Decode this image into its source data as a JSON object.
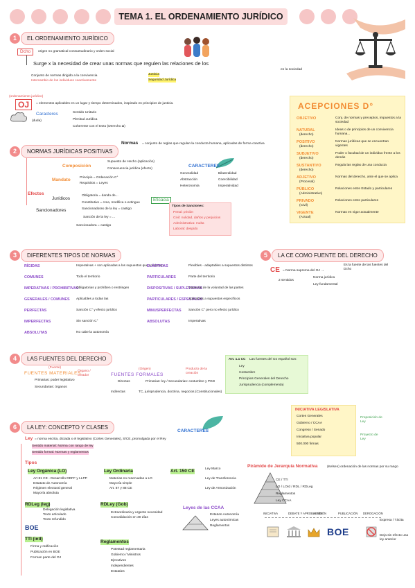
{
  "page": {
    "title": "TEMA 1. EL ORDENAMIENTO JURÍDICO"
  },
  "sections": {
    "s1": {
      "num": "1",
      "title": "EL ORDENAMIENTO JURÍDICO"
    },
    "s2": {
      "num": "2",
      "title": "NORMAS JURÍDICAS POSITIVAS"
    },
    "s3": {
      "num": "3",
      "title": "DIFERENTES TIPOS DE NORMAS"
    },
    "s4": {
      "num": "4",
      "title": "LAS FUENTES DEL DERECHO"
    },
    "s5": {
      "num": "5",
      "title": "LA CE COMO FUENTE DEL DERECHO"
    },
    "s6": {
      "num": "6",
      "title": "LA LEY: CONCEPTO Y CLASES"
    }
  },
  "s1": {
    "dcho": "Dcho",
    "origin": "origen no gramatical consuetudinario y orden social",
    "surge": "Surge x la necesidad de crear unas normas que regulen las relaciones de los",
    "sociedad": "en la sociedad",
    "conjunto": "Conjunto de normas dirigido a la convivencia",
    "intercambio": "Intercambio de los individuos coactivamente",
    "just1": "Justicia",
    "just2": "Seguridad Jurídica",
    "oj_note": "(ordenamiento jurídico)",
    "oj": "OJ",
    "oj_def": "= elementos aplicables en un lugar y tiempo determinados, inspirado en principios de justicia.",
    "caract": "Caracteres",
    "c1": "Sentido Unitario",
    "c2": "Plenitud Jurídica",
    "c3": "Coherente con el texto (Derecho Ω)",
    "cloud": "(duda)"
  },
  "acepciones": {
    "title": "ACEPCIONES D°",
    "items": [
      {
        "name": "OBJETIVO",
        "sub": "",
        "desc": "Conj. de normas y preceptos, impuestos a la sociedad"
      },
      {
        "name": "NATURAL",
        "sub": "(derecho)",
        "desc": "Ideas o de principios de un convivencia humana..."
      },
      {
        "name": "POSITIVO",
        "sub": "(derecho)",
        "desc": "Normas jurídicas que se encuentran vigentes"
      },
      {
        "name": "SUBJETIVO",
        "sub": "(derecho)",
        "desc": "Poder o facultad de un individuo frente a los demás"
      },
      {
        "name": "SUSTANTIVO",
        "sub": "(derecho)",
        "desc": "Regula las reglas de una conducta"
      },
      {
        "name": "ADJETIVO",
        "sub": "(Procesal)",
        "desc": "Normas del derecho, ante el que se aplica"
      },
      {
        "name": "PÚBLICO",
        "sub": "(Administrativo)",
        "desc": "Relaciones entre Estado y particulares"
      },
      {
        "name": "PRIVADO",
        "sub": "(Civil)",
        "desc": "Relaciones entre particulares"
      },
      {
        "name": "VIGENTE",
        "sub": "(Actual)",
        "desc": "Normas en vigor actualmente"
      }
    ]
  },
  "s2": {
    "normas": "Normas",
    "normas_def": "= conjunto de reglas que regulan la conducta humana, aplicadas de forma coactiva",
    "composicion": "Composición",
    "comp1": "Supuesto de Hecho (aplicación)",
    "comp2": "Consecuencia jurídica (efecto)",
    "mandato": "Mandato",
    "mand1": "Principio = Ordenación C°",
    "mand2": "Requisitos = Leyes",
    "caracteres": "CARACTERES",
    "car_items": [
      "Generalidad",
      "Abstracción",
      "Heteronomía",
      "Bilateralidad",
      "Coercibilidad",
      "Imperatividad"
    ],
    "efectos": "Efectos",
    "juridicos": "Jurídicos",
    "jur1": "Obligatoria = dando de...",
    "jur2": "Constitutivo = crea, modifica o extingue",
    "eficacia": "Eficacia",
    "sancionadores": "Sancionadores",
    "san1": "Sancionadoras de la ley = castigo",
    "san2": "Sanción de la ley = ...",
    "san3": "Sancionadora = castigo",
    "tipos_title": "Tipos de Sanciones:",
    "tipos": [
      "Penal: prisión",
      "Civil: nulidad, daños y perjuicios",
      "Administrativa: multa",
      "Laboral: despido"
    ]
  },
  "s3": {
    "left": [
      {
        "name": "RÍGIDAS",
        "desc": "Imperativas + son aplicadas a los supuestos que contienen"
      },
      {
        "name": "COMUNES",
        "desc": "Todo el territorio"
      },
      {
        "name": "IMPERATIVAS / PROHIBITIVAS",
        "desc": "Obligatorias y prohíben o restringen"
      },
      {
        "name": "GENERALES / COMUNES",
        "desc": "Aplicables a todas las"
      },
      {
        "name": "PERFECTAS",
        "desc": "Sanción C° y efecto jurídico"
      },
      {
        "name": "IMPERFECTAS",
        "desc": "Sin sanción C°"
      },
      {
        "name": "ABSOLUTAS",
        "desc": "No cabe la autonomía"
      }
    ],
    "right": [
      {
        "name": "ELÁSTICAS",
        "desc": "Flexibles - adaptables a supuestos distintos"
      },
      {
        "name": "PARTICULARES",
        "desc": "Parte del territorio"
      },
      {
        "name": "DISPOSITIVAS / SUPLETORIAS",
        "desc": "Depende de la voluntad de las partes"
      },
      {
        "name": "PARTICULARES / ESPECIALES",
        "desc": "Aplicables a supuestos específicos"
      },
      {
        "name": "MINUSPERFECTAS",
        "desc": "Sanción C° pero no efecto jurídico"
      },
      {
        "name": "ABSOLUTAS",
        "desc": "Imperativas"
      }
    ]
  },
  "s4": {
    "mat_note": "(Fuente)",
    "materiales": "FUENTES MATERIALES",
    "mat_right": "Órgano / creador",
    "mat1": "Primarias: poder legislativo",
    "mat2": "Secundarias: órganos",
    "for_note": "(Origen)",
    "formales": "FUENTES FORMALES",
    "for_right": "Producto de la creación",
    "for1a": "Directas",
    "for1b": "Primarias: ley / Secundarias: costumbre y PGD",
    "for2a": "Indirectas",
    "for2b": "TC, jurisprudencia, doctrina, negocios (Constitucionales)",
    "art": "Art. 1.1 CC",
    "art1": "Las fuentes del OJ español son:",
    "art2": "Ley",
    "art3": "Costumbre",
    "art4": "Principios Generales del Derecho",
    "art5": "Jurisprudencia (complementa)"
  },
  "s5": {
    "ce": "CE",
    "ce_def": "= Norma suprema del OJ →",
    "ce_right": "Es la fuente de las fuentes del Dcho",
    "ce_sub": "2 sentidos",
    "ce_s1": "Norma jurídica",
    "ce_s2": "Ley fundamental"
  },
  "s6": {
    "ley": "Ley",
    "ley_def": "= norma escrita, dictada x el legislativo (Cortes Generales), S/CE, promulgada por el Rey",
    "l1": "Sentido material: Norma con rango de ley",
    "l2": "Sentido formal: Normas y reglamentos",
    "caracteres": "CARACTERES",
    "tipos": "Tipos",
    "organica": "Ley Orgánica (LO)",
    "org_rows": [
      "Art 81 CE - Desarrollo DDFF y LLPP",
      "Estatuto de Autonomía",
      "Régimen electoral general",
      "Mayoría absoluta"
    ],
    "ordinaria": "Ley Ordinaria",
    "ord_rows": [
      "Materias no reservadas a LO",
      "Mayoría simple",
      "Art. 87 y 88 CE"
    ],
    "art150": "Art. 150 CE",
    "a150": [
      "Ley Marco",
      "Ley de Transferencia",
      "Ley de Armonización"
    ],
    "rdleg": "RDLeg (leg)",
    "rdleg_rows": [
      "Delegación legislativa",
      "Texto articulado",
      "Texto refundido"
    ],
    "boe": "BOE",
    "rdley": "RDLey (Gob)",
    "rdley_rows": [
      "Extraordinaria y urgente necesidad",
      "Convalidación en 30 días"
    ],
    "ccaa": "Leyes de las CCAA",
    "ccaa_rows": [
      "Estatuto Autonomía",
      "Leyes autonómicas",
      "Reglamentos"
    ],
    "tt": "TTI (intl)",
    "tt_rows": [
      "Firma y ratificación",
      "Publicación en BOE",
      "Forman parte del OJ"
    ],
    "reglamentos": "Reglamentos",
    "reg_rows": [
      "Potestad reglamentaria",
      "Gobierno / Ministros",
      "Ejecutivos",
      "Independientes",
      "Estatales"
    ],
    "piramide": "Pirámide de Jerarquía Normativa",
    "piramide_def": "(Kelsen) ordenación de las normas por su rango",
    "pir_rows": [
      "CE / TTI",
      "LO / LOrd / RDL / RDLeg",
      "Reglamentos",
      "Ley CCAA"
    ],
    "inic_title": "INICIATIVA LEGISLATIVA",
    "inic_rows": [
      "Cortes Generales",
      "Gobierno / CCAA",
      "Congreso / Senado",
      "Iniciativa popular",
      "500.000 firmas"
    ],
    "inic_right1": "Proposición de Ley",
    "inic_right2": "Proyecto de Ley",
    "steps": [
      "INICIATIVA",
      "DEBATE Y APROBACIÓN",
      "SANCIÓN",
      "PUBLICACIÓN",
      "DEROGACIÓN"
    ],
    "boe_label": "BOE",
    "derog1": "Expresa / Tácita",
    "derog2": "Deja sin efecto una ley anterior"
  },
  "colors": {
    "accent_pink": "#f28b8b",
    "pill_bg": "#fde9e9",
    "highlight_yellow": "#fff36b",
    "highlight_green": "#b8ef8f",
    "acepciones_bg": "#fff6c7"
  }
}
